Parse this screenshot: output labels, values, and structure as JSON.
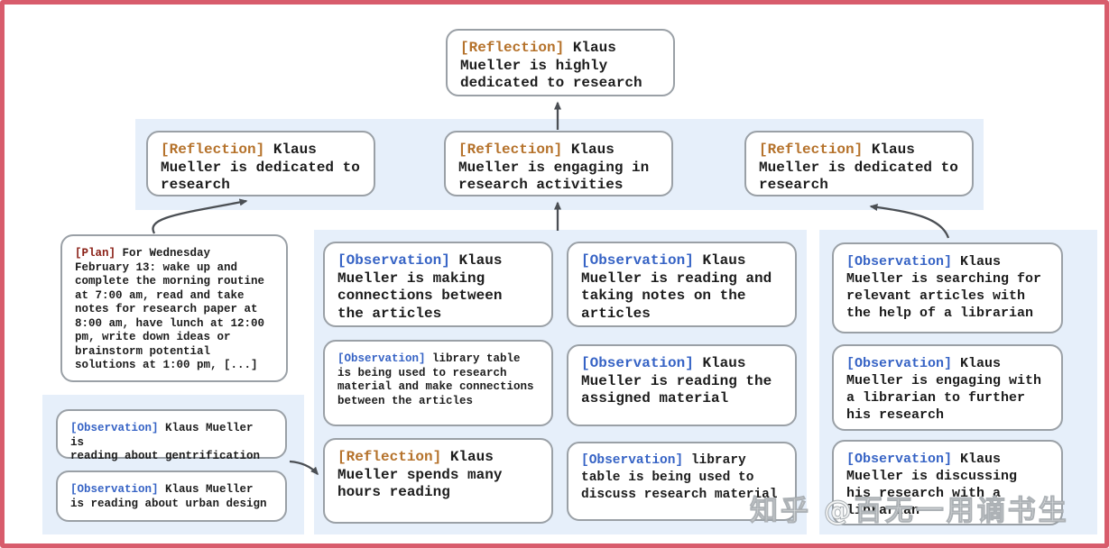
{
  "colors": {
    "frame": "#d85c6c",
    "band": "#e6effa",
    "box-border": "#9aa0a6",
    "arrow": "#4b4f54",
    "reflection": "#b5722b",
    "plan": "#8a1f15",
    "observation": "#3663c5"
  },
  "watermark": "知乎 @百无一用谪书生",
  "nodes": {
    "root": {
      "tag": "[Reflection]",
      "text": "Klaus\nMueller is highly\ndedicated to research"
    },
    "ref_left": {
      "tag": "[Reflection]",
      "text": "Klaus\nMueller is dedicated to\nresearch"
    },
    "ref_mid": {
      "tag": "[Reflection]",
      "text": "Klaus\nMueller is engaging in\nresearch activities"
    },
    "ref_right": {
      "tag": "[Reflection]",
      "text": "Klaus\nMueller is dedicated to\nresearch"
    },
    "plan": {
      "tag": "[Plan]",
      "text": "For Wednesday\nFebruary 13: wake up and\ncomplete the morning routine\nat 7:00 am, read and take\nnotes for research paper at\n8:00 am, have lunch at 12:00\npm, write down ideas or\nbrainstorm potential\nsolutions at 1:00 pm, [...]"
    },
    "obs_gentrification": {
      "tag": "[Observation]",
      "text": "Klaus Mueller is\nreading about gentrification"
    },
    "obs_urban": {
      "tag": "[Observation]",
      "text": "Klaus Mueller\nis reading about urban design"
    },
    "obs_connections": {
      "tag": "[Observation]",
      "text": "Klaus\nMueller is making\nconnections between\nthe articles"
    },
    "obs_table_research": {
      "tag": "[Observation]",
      "text": "library table\nis being used to research\nmaterial and make connections\nbetween the articles"
    },
    "ref_hours": {
      "tag": "[Reflection]",
      "text": "Klaus\nMueller spends many\nhours reading"
    },
    "obs_notes": {
      "tag": "[Observation]",
      "text": "Klaus\nMueller is reading and\ntaking notes on the\narticles"
    },
    "obs_assigned": {
      "tag": "[Observation]",
      "text": "Klaus\nMueller is reading the\nassigned material"
    },
    "obs_table_discuss": {
      "tag": "[Observation]",
      "text": "library\ntable is being used to\ndiscuss research material"
    },
    "obs_searching": {
      "tag": "[Observation]",
      "text": "Klaus\nMueller is searching for\nrelevant articles with\nthe help of a librarian"
    },
    "obs_engaging": {
      "tag": "[Observation]",
      "text": "Klaus\nMueller is engaging with\na librarian to further\nhis research"
    },
    "obs_discussing": {
      "tag": "[Observation]",
      "text": "Klaus\nMueller is discussing\nhis research with a\nlibrarian"
    }
  }
}
